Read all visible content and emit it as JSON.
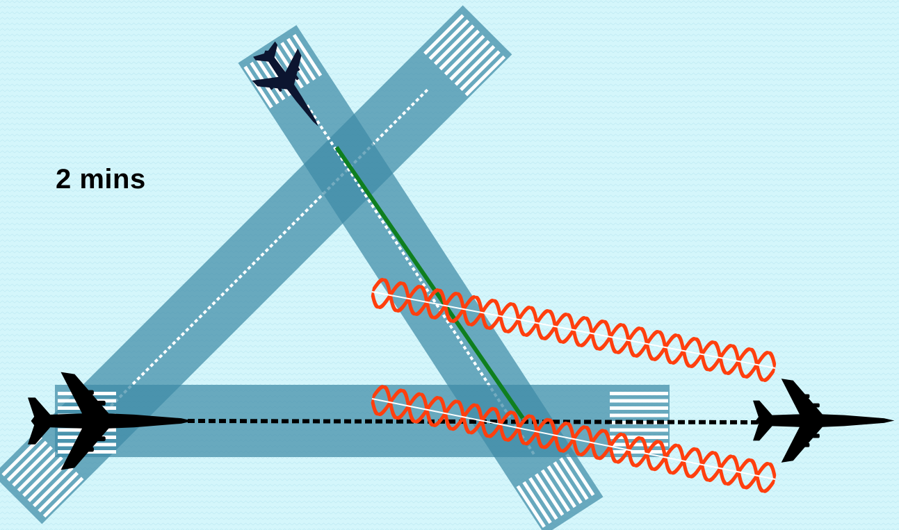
{
  "timer_label": "2 mins",
  "colors": {
    "background": "#d4f6fb",
    "background_pattern": "#bfeaf3",
    "runway": "#3e8aa6",
    "runway_opacity": 0.72,
    "markings": "#ffffff",
    "departure_path": "#0f7f1f",
    "wake_vortex": "#ff3f0e",
    "aircraft_dark": "#000000",
    "aircraft_navy": "#0c1530",
    "flight_path": "#000000"
  },
  "elements": {
    "runways": [
      "runway-horizontal",
      "runway-diagonal-ne",
      "runway-diagonal-nw"
    ],
    "aircraft": [
      "aircraft-left-takeoff",
      "aircraft-right-airborne",
      "aircraft-top-departing"
    ],
    "wake": [
      "wake-vortex-upper",
      "wake-vortex-lower"
    ],
    "paths": [
      "departure-path-green",
      "flight-path-dotted"
    ]
  }
}
